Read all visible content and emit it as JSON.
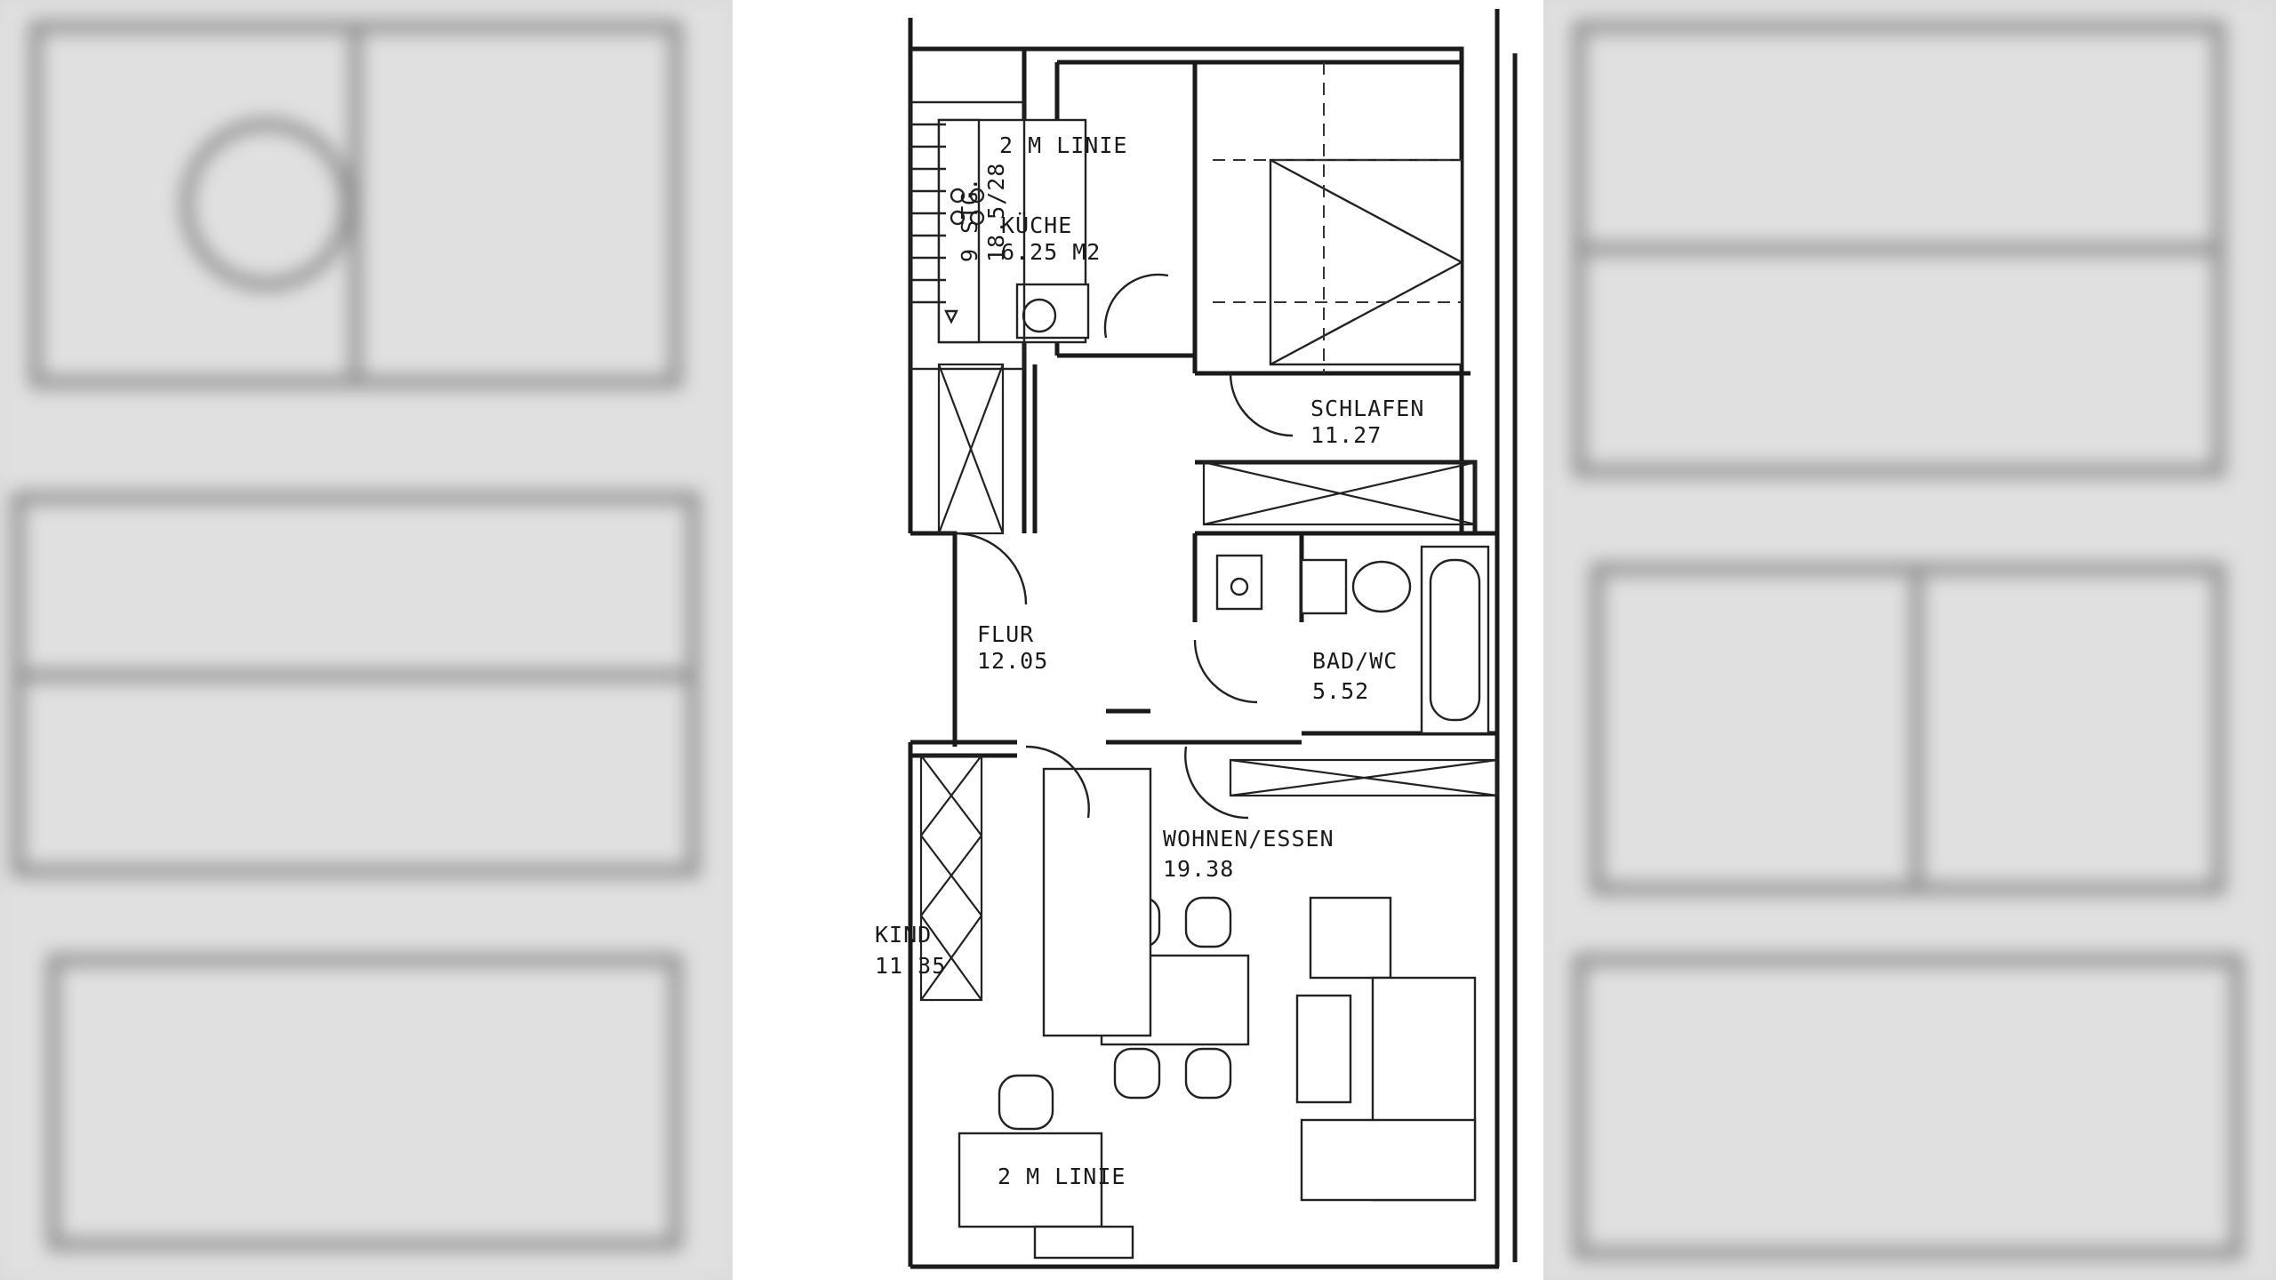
{
  "rooms": [
    {
      "name": "KÜCHE",
      "area": "6.25 M2"
    },
    {
      "name": "SCHLAFEN",
      "area": "11.27"
    },
    {
      "name": "FLUR",
      "area": "12.05"
    },
    {
      "name": "BAD/WC",
      "area": "5.52"
    },
    {
      "name": "WOHNEN/ESSEN",
      "area": "19.38"
    },
    {
      "name": "KIND",
      "area": "11.35"
    }
  ],
  "notes": {
    "line_top": "2 M LINIE",
    "line_bottom": "2 M LINIE",
    "stairs_count": "9 STG.",
    "stairs_size": "18.5/28"
  }
}
